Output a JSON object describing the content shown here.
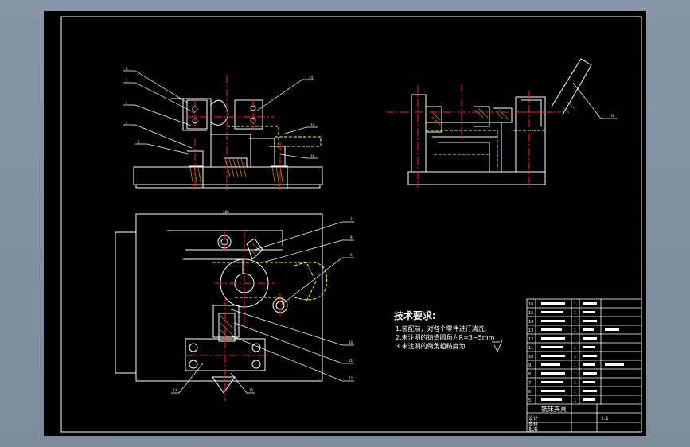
{
  "tech_requirements": {
    "title": "技术要求:",
    "items": [
      "1.装配前，对各个零件进行清洗;",
      "2.未注明的铸造圆角为R=3~5mm",
      "3.未注明的倒角粗糙度为"
    ]
  },
  "title_block": {
    "drawing_title": "铣床夹具",
    "scale": "1:1",
    "rows_left": [
      "设计",
      "审核",
      "批准"
    ]
  },
  "colors": {
    "background": "#7f8d9e",
    "sheet": "#000000",
    "line": "#ffffff",
    "center": "#ff2020",
    "hidden": "#ffff40",
    "leader": "#ffffff"
  }
}
